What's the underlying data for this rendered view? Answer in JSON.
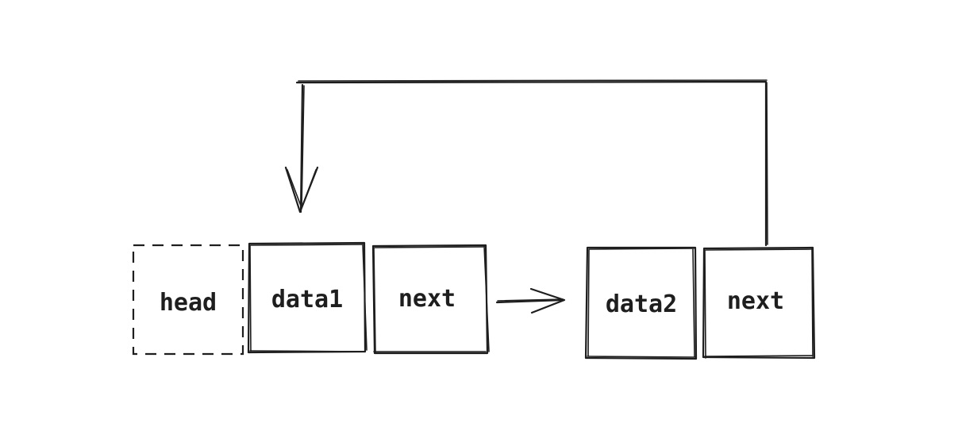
{
  "diagram": {
    "nodes": {
      "head": "head",
      "data1": "data1",
      "next1": "next",
      "data2": "data2",
      "next2": "next"
    }
  }
}
